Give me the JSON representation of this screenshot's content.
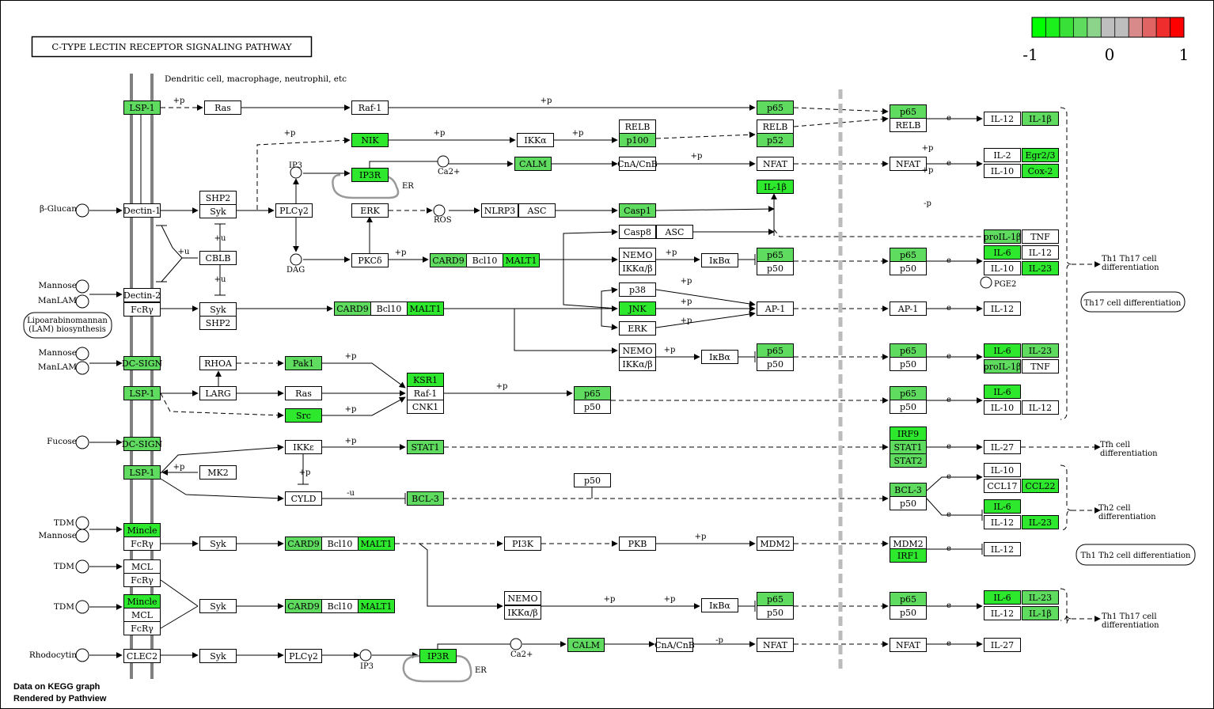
{
  "title": "C-TYPE LECTIN RECEPTOR SIGNALING PATHWAY",
  "subtitle": "Dendritic cell, macrophage, neutrophil, etc",
  "footer": {
    "line1": "Data on KEGG graph",
    "line2": "Rendered by Pathview"
  },
  "legend": {
    "min": "-1",
    "mid": "0",
    "max": "1",
    "colors": [
      "#00ff00",
      "#1cf01c",
      "#38e038",
      "#5fdb5f",
      "#8cd38c",
      "#bebebe",
      "#bebebe",
      "#d88a8a",
      "#e06464",
      "#ef2d2d",
      "#ff0000"
    ]
  },
  "colors": {
    "g1": "#00ff00",
    "g2": "#2ee82e",
    "g3": "#5fdb5f",
    "white": "#ffffff",
    "gray": "#999999"
  },
  "ligands": [
    "β-Glucan",
    "Mannose",
    "ManLAM",
    "Mannose",
    "ManLAM",
    "Fucose",
    "TDM",
    "Mannose",
    "TDM",
    "TDM",
    "Rhodocytin"
  ],
  "compounds": [
    "IP3",
    "Ca2+",
    "DAG",
    "ROS",
    "PGE2",
    "IP3",
    "Ca2+"
  ],
  "er_labels": [
    "ER",
    "ER"
  ],
  "notes": {
    "lam": "Lipoarabinomannan (LAM) biosynthesis",
    "th17": "Th17 cell differentiation",
    "th1th2": "Th1 Th2  cell differentiation"
  },
  "outcomes": [
    "Th1 Th17 cell differentiation",
    "Tfh cell differentiation",
    "Th2 cell differentiation",
    "Th1 Th17 cell differentiation"
  ],
  "edge_labels": [
    "+p",
    "+p",
    "+p",
    "+p",
    "+p",
    "+p",
    "+u",
    "+u",
    "+u",
    "+p",
    "+p",
    "+p",
    "+p",
    "+p",
    "+p",
    "+p",
    "+p",
    "+p",
    "+p",
    "+p",
    "+p",
    "+p",
    "+p",
    "+p",
    "-u",
    "+p",
    "+p",
    "-p",
    "-p",
    "e",
    "e",
    "e",
    "e",
    "e",
    "e",
    "e",
    "e",
    "e",
    "e",
    "e",
    "e",
    "e",
    "e",
    "e",
    "e"
  ],
  "genes": [
    {
      "label": "LSP-1",
      "c": "g3"
    },
    {
      "label": "Ras",
      "c": "white"
    },
    {
      "label": "Raf-1",
      "c": "white"
    },
    {
      "label": "p65",
      "c": "g3"
    },
    {
      "label": "p65",
      "c": "g3"
    },
    {
      "label": "RELB",
      "c": "white"
    },
    {
      "label": "IL-12",
      "c": "white"
    },
    {
      "label": "IL-1β",
      "c": "g3"
    },
    {
      "label": "NIK",
      "c": "g2"
    },
    {
      "label": "IKKα",
      "c": "white"
    },
    {
      "label": "RELB",
      "c": "white"
    },
    {
      "label": "p100",
      "c": "g3"
    },
    {
      "label": "RELB",
      "c": "white"
    },
    {
      "label": "p52",
      "c": "g3"
    },
    {
      "label": "IP3R",
      "c": "g2"
    },
    {
      "label": "CALM",
      "c": "g3"
    },
    {
      "label": "CnA/CnB",
      "c": "white"
    },
    {
      "label": "NFAT",
      "c": "white"
    },
    {
      "label": "NFAT",
      "c": "white"
    },
    {
      "label": "IL-2",
      "c": "white"
    },
    {
      "label": "Egr2/3",
      "c": "g2"
    },
    {
      "label": "IL-10",
      "c": "white"
    },
    {
      "label": "Cox-2",
      "c": "g2"
    },
    {
      "label": "SHP2",
      "c": "white"
    },
    {
      "label": "Syk",
      "c": "white"
    },
    {
      "label": "Dectin-1",
      "c": "white"
    },
    {
      "label": "PLCγ2",
      "c": "white"
    },
    {
      "label": "IL-1β",
      "c": "g2"
    },
    {
      "label": "ERK",
      "c": "white"
    },
    {
      "label": "NLRP3",
      "c": "white"
    },
    {
      "label": "ASC",
      "c": "white"
    },
    {
      "label": "Casp1",
      "c": "g3"
    },
    {
      "label": "Casp8",
      "c": "white"
    },
    {
      "label": "ASC",
      "c": "white"
    },
    {
      "label": "proIL-1β",
      "c": "g3"
    },
    {
      "label": "TNF",
      "c": "white"
    },
    {
      "label": "CBLB",
      "c": "white"
    },
    {
      "label": "PKCδ",
      "c": "white"
    },
    {
      "label": "CARD9",
      "c": "g3"
    },
    {
      "label": "Bcl10",
      "c": "white"
    },
    {
      "label": "MALT1",
      "c": "g2"
    },
    {
      "label": "NEMO",
      "c": "white"
    },
    {
      "label": "IKKα/β",
      "c": "white"
    },
    {
      "label": "IκBα",
      "c": "white"
    },
    {
      "label": "p65",
      "c": "g3"
    },
    {
      "label": "p50",
      "c": "white"
    },
    {
      "label": "p65",
      "c": "g3"
    },
    {
      "label": "p50",
      "c": "white"
    },
    {
      "label": "IL-6",
      "c": "g2"
    },
    {
      "label": "IL-12",
      "c": "white"
    },
    {
      "label": "IL-10",
      "c": "white"
    },
    {
      "label": "IL-23",
      "c": "g2"
    },
    {
      "label": "Dectin-2",
      "c": "white"
    },
    {
      "label": "FcRγ",
      "c": "white"
    },
    {
      "label": "Syk",
      "c": "white"
    },
    {
      "label": "SHP2",
      "c": "white"
    },
    {
      "label": "CARD9",
      "c": "g3"
    },
    {
      "label": "Bcl10",
      "c": "white"
    },
    {
      "label": "MALT1",
      "c": "g2"
    },
    {
      "label": "p38",
      "c": "white"
    },
    {
      "label": "JNK",
      "c": "g2"
    },
    {
      "label": "ERK",
      "c": "white"
    },
    {
      "label": "AP-1",
      "c": "white"
    },
    {
      "label": "AP-1",
      "c": "white"
    },
    {
      "label": "IL-12",
      "c": "white"
    },
    {
      "label": "DC-SIGN",
      "c": "g3"
    },
    {
      "label": "RHOA",
      "c": "white"
    },
    {
      "label": "Pak1",
      "c": "g3"
    },
    {
      "label": "NEMO",
      "c": "white"
    },
    {
      "label": "IKKα/β",
      "c": "white"
    },
    {
      "label": "IκBα",
      "c": "white"
    },
    {
      "label": "p65",
      "c": "g3"
    },
    {
      "label": "p50",
      "c": "white"
    },
    {
      "label": "p65",
      "c": "g3"
    },
    {
      "label": "p50",
      "c": "white"
    },
    {
      "label": "IL-6",
      "c": "g2"
    },
    {
      "label": "IL-23",
      "c": "g3"
    },
    {
      "label": "proIL-1β",
      "c": "g3"
    },
    {
      "label": "TNF",
      "c": "white"
    },
    {
      "label": "LSP-1",
      "c": "g3"
    },
    {
      "label": "LARG",
      "c": "white"
    },
    {
      "label": "Ras",
      "c": "white"
    },
    {
      "label": "KSR1",
      "c": "g2"
    },
    {
      "label": "Raf-1",
      "c": "white"
    },
    {
      "label": "CNK1",
      "c": "white"
    },
    {
      "label": "Src",
      "c": "g2"
    },
    {
      "label": "p65",
      "c": "g3"
    },
    {
      "label": "p50",
      "c": "white"
    },
    {
      "label": "p65",
      "c": "g3"
    },
    {
      "label": "p50",
      "c": "white"
    },
    {
      "label": "IL-6",
      "c": "g2"
    },
    {
      "label": "IL-10",
      "c": "white"
    },
    {
      "label": "IL-12",
      "c": "white"
    },
    {
      "label": "DC-SIGN",
      "c": "g3"
    },
    {
      "label": "IKKε",
      "c": "white"
    },
    {
      "label": "STAT1",
      "c": "g3"
    },
    {
      "label": "IRF9",
      "c": "g2"
    },
    {
      "label": "STAT1",
      "c": "g3"
    },
    {
      "label": "STAT2",
      "c": "g3"
    },
    {
      "label": "IL-27",
      "c": "white"
    },
    {
      "label": "LSP-1",
      "c": "g3"
    },
    {
      "label": "MK2",
      "c": "white"
    },
    {
      "label": "p50",
      "c": "white"
    },
    {
      "label": "CYLD",
      "c": "white"
    },
    {
      "label": "BCL-3",
      "c": "g3"
    },
    {
      "label": "BCL-3",
      "c": "g3"
    },
    {
      "label": "p50",
      "c": "white"
    },
    {
      "label": "IL-10",
      "c": "white"
    },
    {
      "label": "CCL17",
      "c": "white"
    },
    {
      "label": "CCL22",
      "c": "g2"
    },
    {
      "label": "IL-6",
      "c": "g2"
    },
    {
      "label": "IL-12",
      "c": "white"
    },
    {
      "label": "IL-23",
      "c": "g2"
    },
    {
      "label": "Mincle",
      "c": "g2"
    },
    {
      "label": "FcRγ",
      "c": "white"
    },
    {
      "label": "Syk",
      "c": "white"
    },
    {
      "label": "CARD9",
      "c": "g3"
    },
    {
      "label": "Bcl10",
      "c": "white"
    },
    {
      "label": "MALT1",
      "c": "g2"
    },
    {
      "label": "PI3K",
      "c": "white"
    },
    {
      "label": "PKB",
      "c": "white"
    },
    {
      "label": "MDM2",
      "c": "white"
    },
    {
      "label": "MDM2",
      "c": "white"
    },
    {
      "label": "IRF1",
      "c": "g2"
    },
    {
      "label": "IL-12",
      "c": "white"
    },
    {
      "label": "MCL",
      "c": "white"
    },
    {
      "label": "FcRγ",
      "c": "white"
    },
    {
      "label": "Mincle",
      "c": "g2"
    },
    {
      "label": "MCL",
      "c": "white"
    },
    {
      "label": "FcRγ",
      "c": "white"
    },
    {
      "label": "Syk",
      "c": "white"
    },
    {
      "label": "CARD9",
      "c": "g3"
    },
    {
      "label": "Bcl10",
      "c": "white"
    },
    {
      "label": "MALT1",
      "c": "g2"
    },
    {
      "label": "NEMO",
      "c": "white"
    },
    {
      "label": "IKKα/β",
      "c": "white"
    },
    {
      "label": "IκBα",
      "c": "white"
    },
    {
      "label": "p65",
      "c": "g3"
    },
    {
      "label": "p50",
      "c": "white"
    },
    {
      "label": "p65",
      "c": "g3"
    },
    {
      "label": "p50",
      "c": "white"
    },
    {
      "label": "IL-6",
      "c": "g2"
    },
    {
      "label": "IL-23",
      "c": "g3"
    },
    {
      "label": "IL-12",
      "c": "white"
    },
    {
      "label": "IL-1β",
      "c": "g3"
    },
    {
      "label": "CLEC2",
      "c": "white"
    },
    {
      "label": "Syk",
      "c": "white"
    },
    {
      "label": "PLCγ2",
      "c": "white"
    },
    {
      "label": "IP3R",
      "c": "g2"
    },
    {
      "label": "CALM",
      "c": "g3"
    },
    {
      "label": "CnA/CnB",
      "c": "white"
    },
    {
      "label": "NFAT",
      "c": "white"
    },
    {
      "label": "NFAT",
      "c": "white"
    },
    {
      "label": "IL-27",
      "c": "white"
    }
  ]
}
